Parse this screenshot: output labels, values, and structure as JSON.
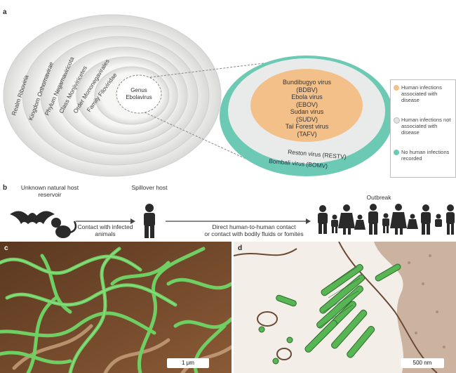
{
  "panels": {
    "a": "a",
    "b": "b",
    "c": "c",
    "d": "d"
  },
  "taxonomy_rings": [
    "Realm Riboviria",
    "Kingdom Orthornavirae",
    "Phylum Negarnaviricota",
    "Class Monjiviricetes",
    "Order Mononegavirales",
    "Family Filoviridae"
  ],
  "genus": {
    "line1": "Genus",
    "line2": "Ebolavirus"
  },
  "virus_core": [
    "Bundibugyo virus",
    "(BDBV)",
    "Ebola virus",
    "(EBOV)",
    "Sudan virus",
    "(SUDV)",
    "Taï Forest virus",
    "(TAFV)"
  ],
  "reston": "Reston virus (RESTV)",
  "bombali": "Bombali virus (BOMV)",
  "legend": [
    {
      "text": "Human infections associated with disease",
      "color": "#f4c08a"
    },
    {
      "text": "Human infections not associated with disease",
      "color": "#e3e3e3"
    },
    {
      "text": "No human infections recorded",
      "color": "#6cc9b3"
    }
  ],
  "panel_b": {
    "reservoir": "Unknown natural host reservoir",
    "spillover": "Spillover host",
    "contact_animals": "Contact with infected animals",
    "human_contact_line1": "Direct human-to-human contact",
    "human_contact_line2": "or contact with bodily fluids or fomites",
    "outbreak": "Outbreak"
  },
  "scalebars": {
    "c": "1 μm",
    "d": "500 nm"
  },
  "colors": {
    "ring_fill": "#f1f2f1",
    "teal": "#6cc9b3",
    "orange": "#f4c08a",
    "virion_green": "#5fbf5a",
    "tissue_brown": "#7a4a2a"
  }
}
